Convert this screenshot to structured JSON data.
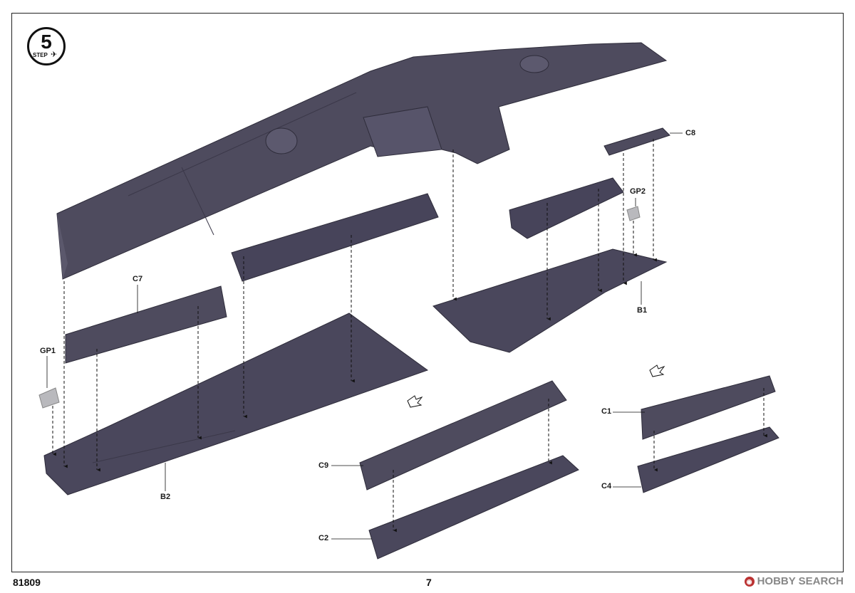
{
  "step": {
    "number": "5",
    "word": "STEP"
  },
  "part_labels": {
    "c8": "C8",
    "gp2": "GP2",
    "c7": "C7",
    "gp1": "GP1",
    "b1": "B1",
    "b2": "B2",
    "c1": "C1",
    "c4": "C4",
    "c9": "C9",
    "c2": "C2"
  },
  "footer": {
    "kit_number": "81809",
    "page_number": "7"
  },
  "watermark": {
    "text": "HOBBY SEARCH"
  },
  "colors": {
    "plastic": "#4e4b5e",
    "plastic_dark": "#3b3849",
    "plastic_light": "#66637a",
    "grey_part": "#b9b9bd"
  }
}
